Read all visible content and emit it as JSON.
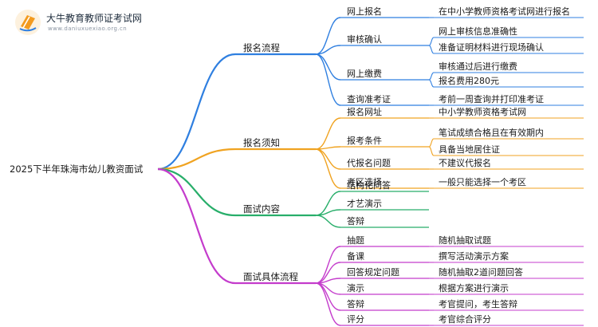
{
  "logo": {
    "title": "大牛教育教师证考试网",
    "url": "www.daniuxuexiao.org.cn"
  },
  "colors": {
    "blue": "#2f7fe0",
    "orange": "#f0a321",
    "green": "#28ae6a",
    "purple": "#c43ccc",
    "text": "#1a1a1a"
  },
  "root": {
    "label": "2025下半年珠海市幼儿教资面试"
  },
  "branches": [
    {
      "label": "报名流程",
      "color": "blue",
      "children": [
        {
          "label": "网上报名",
          "leaves": [
            "在中小学教师资格考试网进行报名"
          ]
        },
        {
          "label": "审核确认",
          "leaves": [
            "网上审核信息准确性",
            "准备证明材料进行现场确认"
          ]
        },
        {
          "label": "网上缴费",
          "leaves": [
            "审核通过后进行缴费",
            "报名费用280元"
          ]
        },
        {
          "label": "查询准考证",
          "leaves": [
            "考前一周查询并打印准考证"
          ]
        }
      ]
    },
    {
      "label": "报名须知",
      "color": "orange",
      "children": [
        {
          "label": "报名网址",
          "leaves": [
            "中小学教师资格考试网"
          ]
        },
        {
          "label": "报考条件",
          "leaves": [
            "笔试成绩合格且在有效期内",
            "具备当地居住证"
          ]
        },
        {
          "label": "代报名问题",
          "leaves": [
            "不建议代报名"
          ]
        },
        {
          "label": "考区选择",
          "leaves": [
            "一般只能选择一个考区"
          ]
        }
      ]
    },
    {
      "label": "面试内容",
      "color": "green",
      "children": [
        {
          "label": "结构化问答",
          "leaves": []
        },
        {
          "label": "才艺演示",
          "leaves": []
        },
        {
          "label": "答辩",
          "leaves": []
        }
      ]
    },
    {
      "label": "面试具体流程",
      "color": "purple",
      "children": [
        {
          "label": "抽题",
          "leaves": [
            "随机抽取试题"
          ]
        },
        {
          "label": "备课",
          "leaves": [
            "撰写活动演示方案"
          ]
        },
        {
          "label": "回答规定问题",
          "leaves": [
            "随机抽取2道问题回答"
          ]
        },
        {
          "label": "演示",
          "leaves": [
            "根据方案进行演示"
          ]
        },
        {
          "label": "答辩",
          "leaves": [
            "考官提问，考生答辩"
          ]
        },
        {
          "label": "评分",
          "leaves": [
            "考官综合评分"
          ]
        }
      ]
    }
  ]
}
